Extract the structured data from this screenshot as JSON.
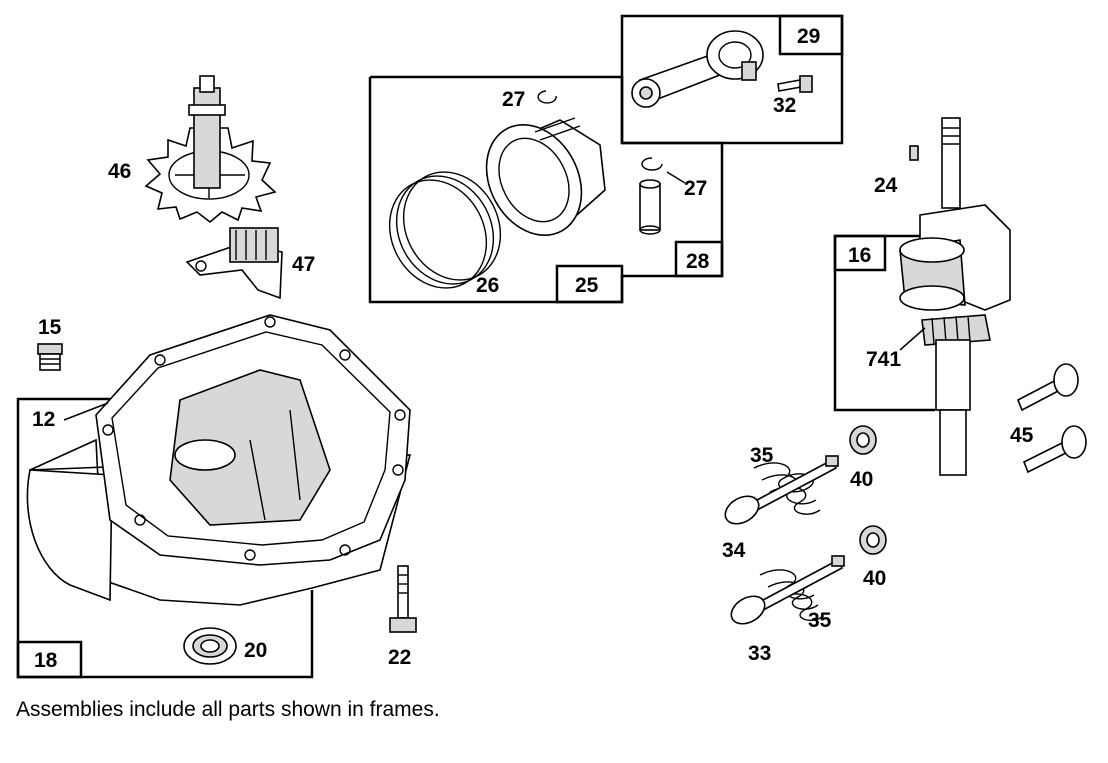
{
  "callouts": {
    "c46": "46",
    "c47": "47",
    "c15": "15",
    "c12": "12",
    "c18": "18",
    "c20": "20",
    "c22": "22",
    "c27a": "27",
    "c26": "26",
    "c25": "25",
    "c29": "29",
    "c32": "32",
    "c27b": "27",
    "c28": "28",
    "c24": "24",
    "c16": "16",
    "c741": "741",
    "c35a": "35",
    "c40a": "40",
    "c34": "34",
    "c45": "45",
    "c40b": "40",
    "c35b": "35",
    "c33": "33"
  },
  "icons": [
    "gear-shaft",
    "governor-bracket",
    "oil-plug",
    "sump-housing",
    "oil-seal",
    "bolt",
    "piston",
    "piston-rings",
    "connecting-rod",
    "rod-bolt",
    "retainer-clip",
    "piston-pin",
    "crankshaft",
    "key",
    "valve",
    "valve-spring",
    "spring-retainer",
    "tappet"
  ],
  "footnote": "Assemblies include all parts shown in frames."
}
